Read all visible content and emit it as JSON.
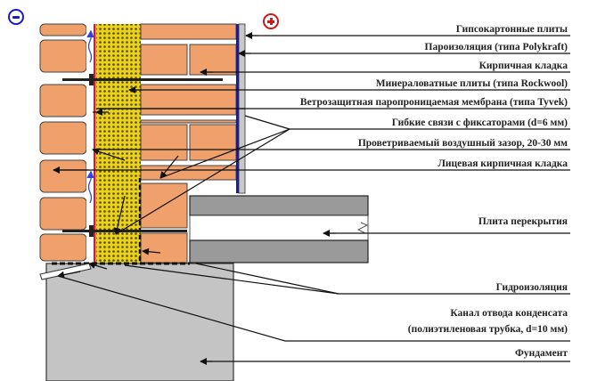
{
  "diagram": {
    "title": "Wall cross-section with ventilated gap and facing brickwork",
    "signs": {
      "cold_side": "minus",
      "warm_side": "plus"
    },
    "colors": {
      "brick": "#f0a06a",
      "brick_outline": "#444444",
      "insulation": "#e8d21e",
      "insulation_dots": "#5a4a00",
      "membrane": "#e01818",
      "vapor_barrier": "#1a1aa0",
      "drywall": "#c8c8c8",
      "slab": "#9a9a9a",
      "foundation": "#c4c4c4",
      "airflow": "#3344dd",
      "minus_sign": "#1a1acc",
      "plus_sign": "#cc1a1a"
    },
    "labels": [
      {
        "id": "drywall",
        "text": "Гипсокартонные плиты"
      },
      {
        "id": "vapor-barrier",
        "text": "Пароизоляция (типа Polykraft)"
      },
      {
        "id": "brickwork",
        "text": "Кирпичная кладка"
      },
      {
        "id": "mineral-wool",
        "text": "Минераловатные плиты (типа Rockwool)"
      },
      {
        "id": "wind-membrane",
        "text": "Ветрозащитная паропроницаемая мембрана (типа Tyvek)"
      },
      {
        "id": "flexible-ties",
        "text": "Гибкие связи с фиксаторами (d=6 мм)"
      },
      {
        "id": "air-gap",
        "text": "Проветриваемый воздушный зазор, 20-30 мм"
      },
      {
        "id": "facing-brick",
        "text": "Лицевая кирпичная кладка"
      },
      {
        "id": "floor-slab",
        "text": "Плита перекрытия"
      },
      {
        "id": "waterproofing",
        "text": "Гидроизоляция"
      },
      {
        "id": "condensate-drain-1",
        "text": "Канал отвода конденсата"
      },
      {
        "id": "condensate-drain-2",
        "text": "(полиэтиленовая трубка, d=10 мм)"
      },
      {
        "id": "foundation",
        "text": "Фундамент"
      }
    ]
  }
}
